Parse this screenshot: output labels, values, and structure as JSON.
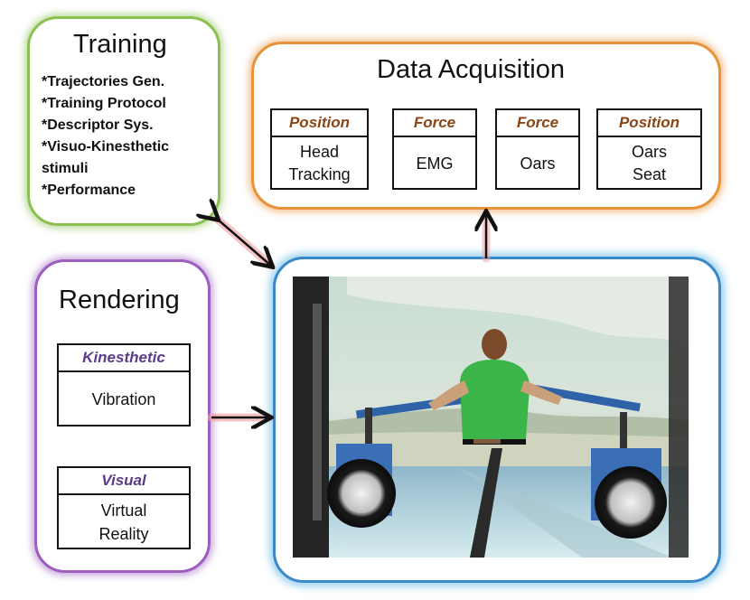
{
  "training": {
    "title": "Training",
    "items": [
      "*Trajectories Gen.",
      "*Training Protocol",
      "*Descriptor Sys.",
      "*Visuo-Kinesthetic\nstimuli",
      "*Performance"
    ]
  },
  "acquisition": {
    "title": "Data Acquisition",
    "sensors": [
      {
        "type": "Position",
        "label": "Head\nTracking"
      },
      {
        "type": "Force",
        "label": "EMG"
      },
      {
        "type": "Force",
        "label": "Oars"
      },
      {
        "type": "Position",
        "label": "Oars\nSeat"
      }
    ]
  },
  "rendering": {
    "title": "Rendering",
    "modalities": [
      {
        "type": "Kinesthetic",
        "label": "Vibration"
      },
      {
        "type": "Visual",
        "label": "Virtual\nReality"
      }
    ]
  },
  "colors": {
    "training_border": "#8cc152",
    "acquisition_border": "#e8923a",
    "rendering_border": "#9b5fc0",
    "scene_border": "#3a88c8",
    "sensor_type_text": "#8b4513",
    "rendering_type_text": "#5b3c88"
  }
}
